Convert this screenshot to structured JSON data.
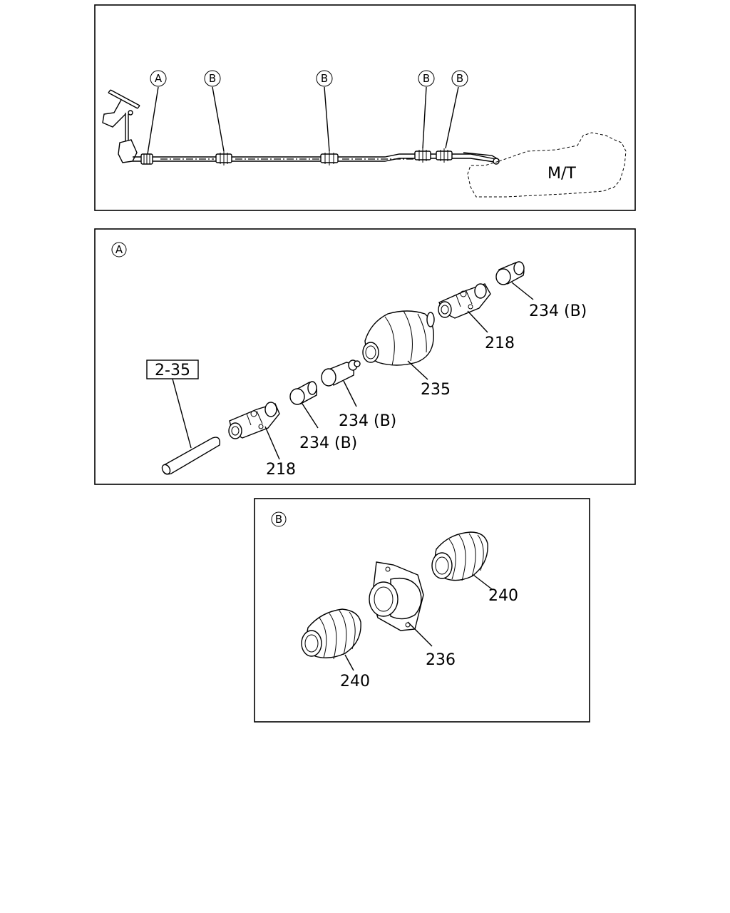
{
  "overview": {
    "callouts": [
      "A",
      "B",
      "B",
      "B",
      "B"
    ],
    "transmission_label": "M/T"
  },
  "detail_a": {
    "section_letter": "A",
    "reference_box": "2-35",
    "parts": [
      {
        "label": "218"
      },
      {
        "label": "234 (B)"
      },
      {
        "label": "234 (B)"
      },
      {
        "label": "235"
      },
      {
        "label": "218"
      },
      {
        "label": "234 (B)"
      }
    ]
  },
  "detail_b": {
    "section_letter": "B",
    "parts": [
      {
        "label": "240"
      },
      {
        "label": "236"
      },
      {
        "label": "240"
      }
    ]
  }
}
